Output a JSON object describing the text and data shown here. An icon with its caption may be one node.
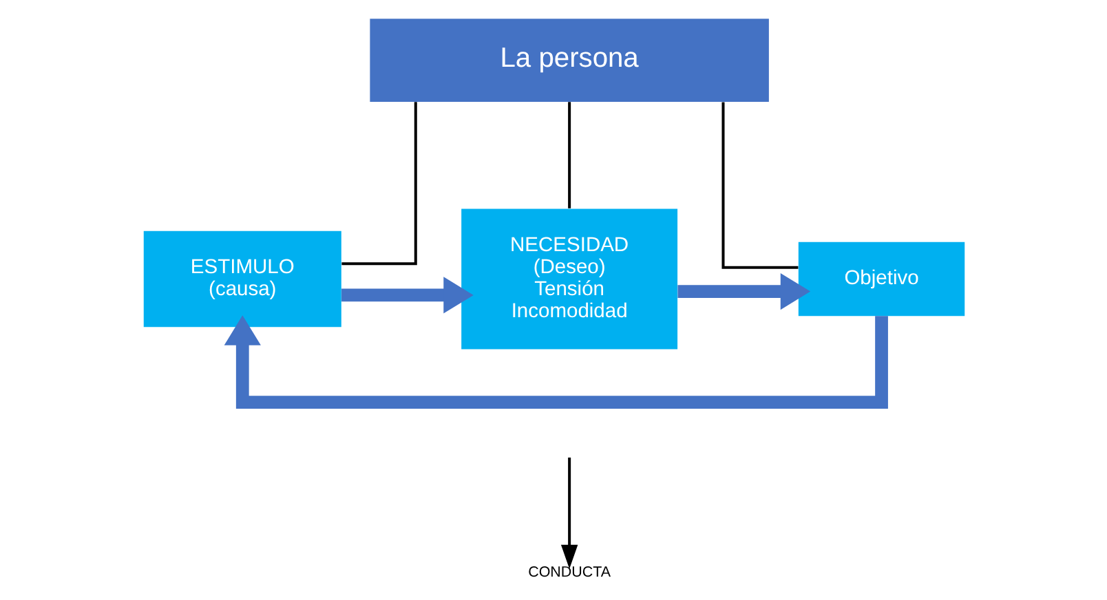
{
  "diagram": {
    "nodes": [
      {
        "text": [
          "La persona"
        ]
      },
      {
        "text": [
          "ESTIMULO",
          "(causa)"
        ]
      },
      {
        "text": [
          "NECESIDAD",
          "(Deseo)",
          "Tensión",
          "Incomodidad"
        ]
      },
      {
        "text": [
          "Objetivo"
        ]
      },
      {
        "text": [
          "CONDUCTA"
        ]
      }
    ],
    "edges": [
      {
        "from": 0,
        "to": 1,
        "arrow": "none"
      },
      {
        "from": 0,
        "to": 2,
        "arrow": "none"
      },
      {
        "from": 0,
        "to": 3,
        "arrow": "none"
      },
      {
        "from": 1,
        "to": 2,
        "arrow": "to",
        "style": "thick",
        "color": "#4472c4"
      },
      {
        "from": 2,
        "to": 3,
        "arrow": "to",
        "style": "thick",
        "color": "#4472c4"
      },
      {
        "from": null,
        "to": 4,
        "arrow": "to"
      },
      {
        "from": 3,
        "to": 1,
        "arrow": "to",
        "style": "thick",
        "color": "#4472c4"
      }
    ]
  }
}
